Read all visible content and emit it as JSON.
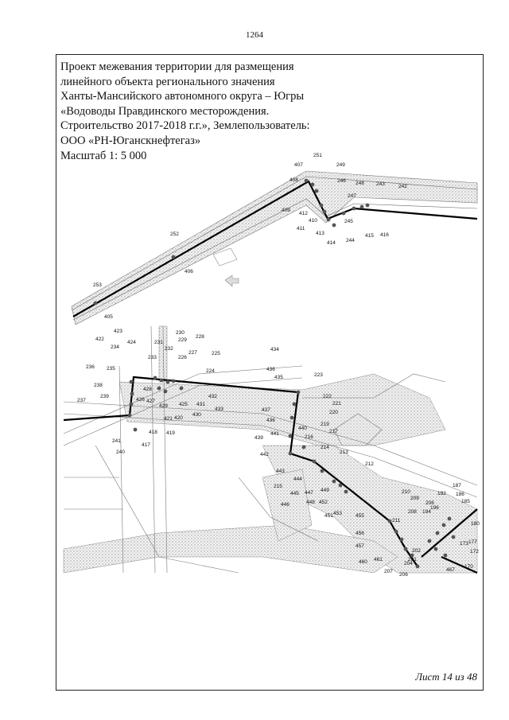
{
  "page_number": "1264",
  "title_lines": [
    "Проект межевания территории для размещения",
    "линейного объекта регионального значения",
    "Ханты-Мансийского автономного округа – Югры",
    "«Водоводы Правдинского месторождения.",
    "Строительство 2017-2018 г.г.», Землепользователь:",
    "ООО «РН-Юганскнефтегаз»",
    "Масштаб 1: 5 000"
  ],
  "sheet_label": "Лист 14 из 48",
  "map_labels_upper": [
    "251",
    "407",
    "249",
    "408",
    "246",
    "248",
    "243",
    "242",
    "247",
    "409",
    "412",
    "245",
    "410",
    "411",
    "413",
    "415",
    "416",
    "414",
    "244",
    "252",
    "406",
    "253",
    "405"
  ],
  "map_labels_lower": [
    "230",
    "231",
    "228",
    "423",
    "229",
    "422",
    "424",
    "232",
    "234",
    "227",
    "225",
    "233",
    "226",
    "236",
    "235",
    "224",
    "434",
    "435",
    "436",
    "223",
    "238",
    "428",
    "239",
    "427",
    "426",
    "425",
    "429",
    "432",
    "222",
    "221",
    "237",
    "431",
    "433",
    "437",
    "220",
    "421",
    "430",
    "436",
    "219",
    "420",
    "217",
    "418",
    "419",
    "440",
    "216",
    "241",
    "417",
    "441",
    "439",
    "214",
    "240",
    "442",
    "213",
    "443",
    "212",
    "444",
    "215",
    "187",
    "210",
    "192",
    "445",
    "447",
    "449",
    "186",
    "185",
    "446",
    "448",
    "452",
    "208",
    "206",
    "194",
    "451",
    "453",
    "209",
    "455",
    "196",
    "456",
    "180",
    "457",
    "211",
    "202",
    "201",
    "177",
    "460",
    "173",
    "461",
    "204",
    "172",
    "207",
    "206",
    "467",
    "170"
  ]
}
